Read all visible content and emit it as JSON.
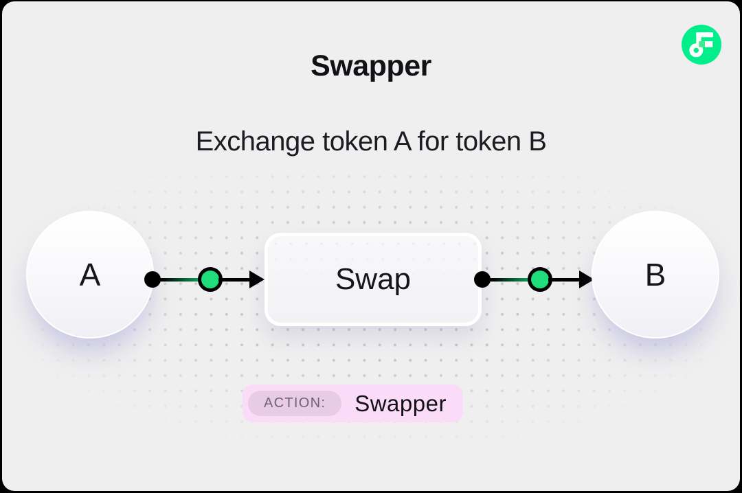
{
  "colors": {
    "bg": "#efefef",
    "frame": "#000000",
    "text": "#121216",
    "flow_green": "#00ef8b",
    "flow_notch": "#44e98e",
    "connector_green": "#1fdd7a",
    "dot": "#c6c6ca",
    "badge_bg": "#fadcf8",
    "badge_label_bg": "#e8cbe4",
    "badge_label_text": "#6f6473"
  },
  "header": {
    "title": "Swapper",
    "subtitle": "Exchange token A for token B"
  },
  "logo": {
    "icon": "flow-logo"
  },
  "diagram": {
    "node_a": {
      "label": "A"
    },
    "process": {
      "label": "Swap"
    },
    "node_b": {
      "label": "B"
    },
    "edges": [
      {
        "from": "A",
        "to": "Swap"
      },
      {
        "from": "Swap",
        "to": "B"
      }
    ]
  },
  "badge": {
    "label": "ACTION:",
    "value": "Swapper"
  }
}
